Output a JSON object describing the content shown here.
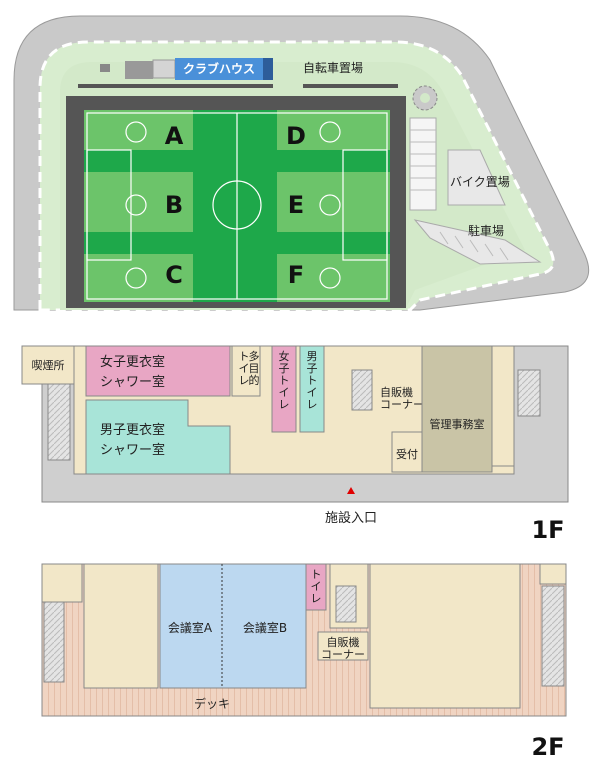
{
  "site": {
    "clubhouse": "クラブハウス",
    "bicycle_parking": "自転車置場",
    "bike_parking": "バイク置場",
    "car_parking": "駐車場",
    "fields": [
      "A",
      "B",
      "C",
      "D",
      "E",
      "F"
    ]
  },
  "floor1": {
    "tag": "1F",
    "smoking": "喫煙所",
    "women_locker_l1": "女子更衣室",
    "women_locker_l2": "シャワー室",
    "men_locker_l1": "男子更衣室",
    "men_locker_l2": "シャワー室",
    "multi_toilet": [
      "多",
      "目",
      "的"
    ],
    "multi_toilet_side": [
      "ト",
      "イ",
      "レ"
    ],
    "women_toilet": [
      "女",
      "子",
      "ト",
      "イ",
      "レ"
    ],
    "men_toilet": [
      "男",
      "子",
      "ト",
      "イ",
      "レ"
    ],
    "vending_l1": "自販機",
    "vending_l2": "コーナー",
    "office": "管理事務室",
    "reception": "受付",
    "entrance": "施設入口"
  },
  "floor2": {
    "tag": "2F",
    "meeting_a": "会議室A",
    "meeting_b": "会議室B",
    "toilet": [
      "ト",
      "イ",
      "レ"
    ],
    "vending_l1": "自販機",
    "vending_l2": "コーナー",
    "deck": "デッキ"
  },
  "colors": {
    "turf_dark": "#1ea84a",
    "turf_light": "#6cc46a",
    "road": "#c8c8c8",
    "clubhouse": "#4a90d9",
    "women": "#e8a6c4",
    "men": "#a8e4d8",
    "office": "#c9c4a6",
    "floor": "#f2e7c8",
    "meeting": "#bcd8f0",
    "deck": "#f0d2c0"
  }
}
